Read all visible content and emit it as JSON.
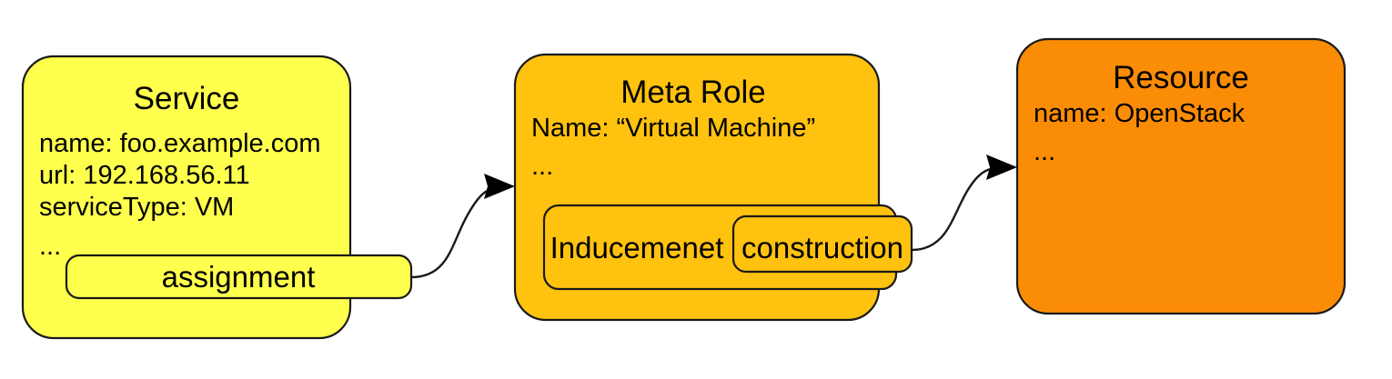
{
  "diagram": {
    "type": "flow-diagram",
    "title": "",
    "background_color": "#ffffff",
    "stroke_color": "#1a1a1a",
    "text_color": "#000000"
  },
  "nodes": {
    "service": {
      "id": "service",
      "title": "Service",
      "fill_color": "#ffff4d",
      "attributes": [
        "name: foo.example.com",
        "url: 192.168.56.11",
        "serviceType: VM",
        "..."
      ],
      "sub_boxes": [
        {
          "id": "assignment",
          "label": "assignment",
          "fill_color": "#ffff4d"
        }
      ]
    },
    "meta_role": {
      "id": "meta_role",
      "title": "Meta Role",
      "fill_color": "#ffc20e",
      "attributes": [
        "Name: “Virtual Machine”",
        "..."
      ],
      "sub_boxes": [
        {
          "id": "inducemenet",
          "label": "Inducemenet",
          "fill_color": "#ffc20e"
        },
        {
          "id": "construction",
          "label": "construction",
          "fill_color": "#ffc20e"
        }
      ]
    },
    "resource": {
      "id": "resource",
      "title": "Resource",
      "fill_color": "#fb8c06",
      "attributes": [
        "name: OpenStack",
        "..."
      ],
      "sub_boxes": []
    }
  },
  "edges": [
    {
      "id": "assignment-to-meta-role",
      "from": "assignment",
      "to": "meta_role",
      "label": "",
      "arrow": "filled-triangle"
    },
    {
      "id": "construction-to-resource",
      "from": "construction",
      "to": "resource",
      "label": "",
      "arrow": "filled-triangle"
    }
  ]
}
